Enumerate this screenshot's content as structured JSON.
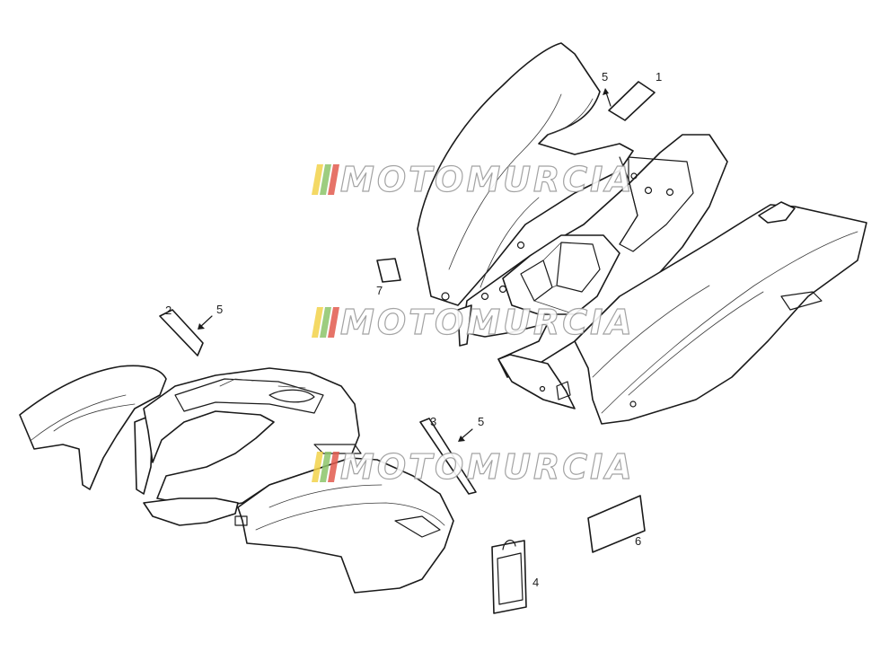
{
  "diagram": {
    "callouts": [
      {
        "id": "c1",
        "text": "1"
      },
      {
        "id": "c5a",
        "text": "5"
      },
      {
        "id": "c7",
        "text": "7"
      },
      {
        "id": "c2",
        "text": "2"
      },
      {
        "id": "c5b",
        "text": "5"
      },
      {
        "id": "c3",
        "text": "3"
      },
      {
        "id": "c5c",
        "text": "5"
      },
      {
        "id": "c6",
        "text": "6"
      },
      {
        "id": "c4",
        "text": "4"
      }
    ]
  },
  "watermark": {
    "text": "MOTOMURCIA",
    "stripe_colors": [
      "#f2d24a",
      "#8cc46a",
      "#e25a4e"
    ]
  }
}
